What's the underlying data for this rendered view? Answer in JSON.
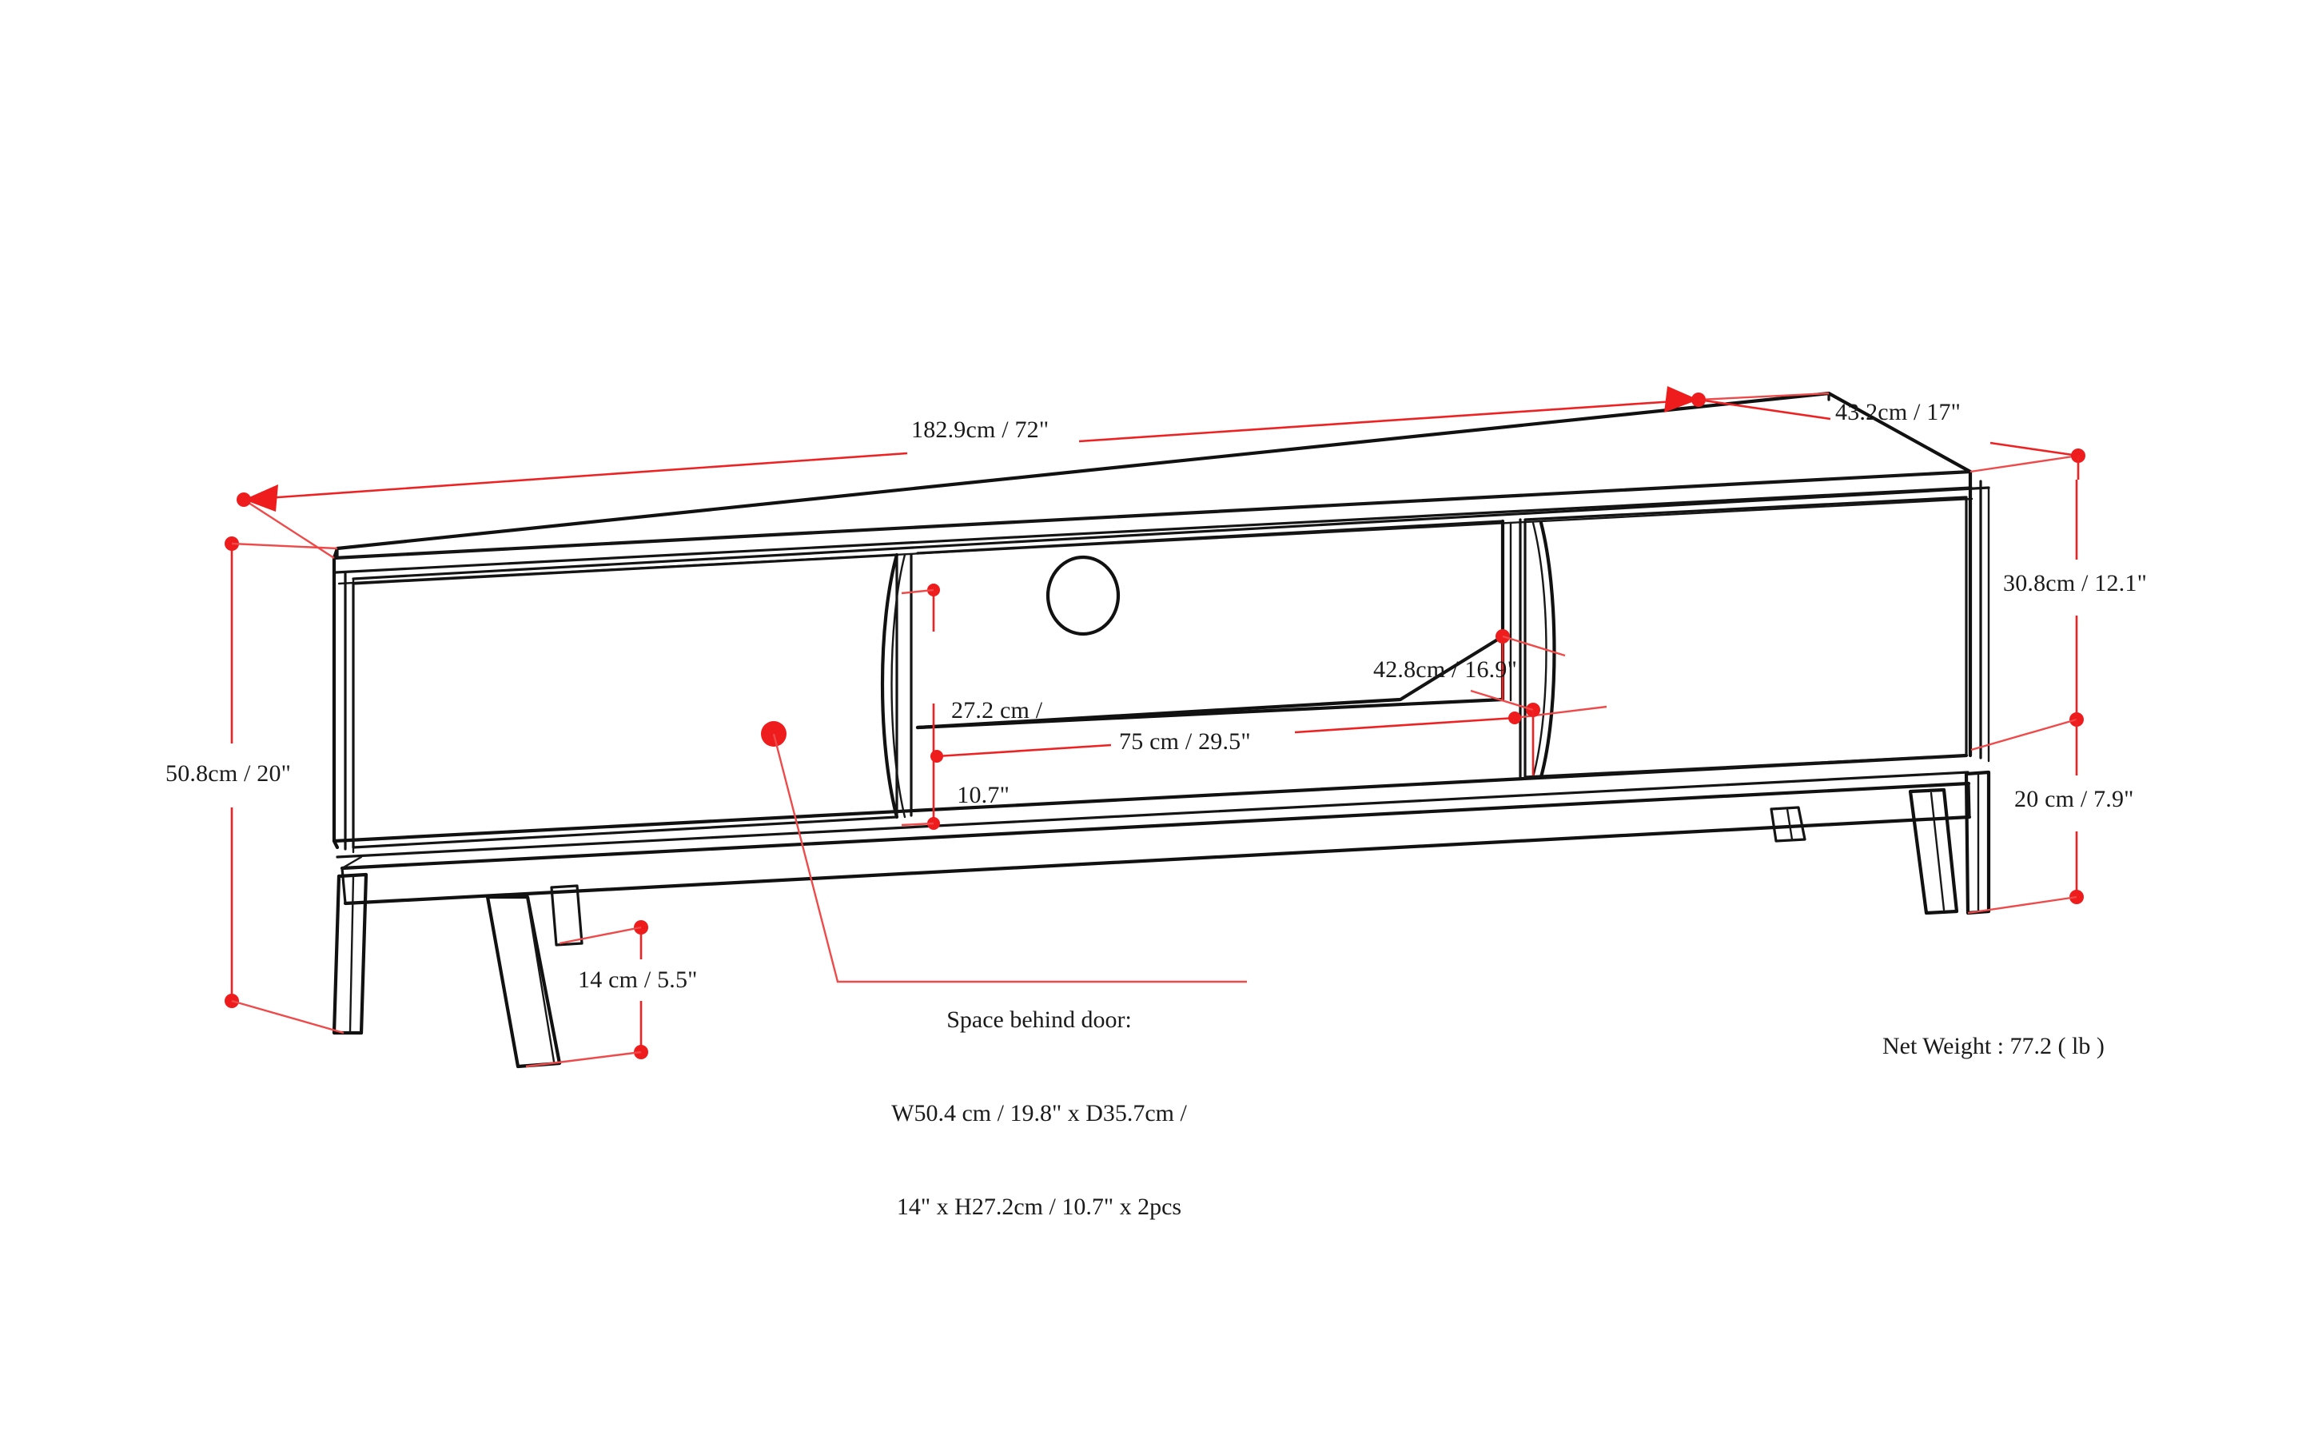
{
  "diagram": {
    "title": "TV Stand Dimension Drawing",
    "product_type": "media-console",
    "line_color": "#111111",
    "dimension_color": "#ee2222",
    "background_color": "#ffffff"
  },
  "dimensions": {
    "overall_width": {
      "label": "182.9cm / 72\"",
      "value_cm": 182.9,
      "value_in": 72,
      "name": "overall-width"
    },
    "overall_depth": {
      "label": "43.2cm / 17\"",
      "value_cm": 43.2,
      "value_in": 17,
      "name": "overall-depth"
    },
    "overall_height": {
      "label": "50.8cm / 20\"",
      "value_cm": 50.8,
      "value_in": 20,
      "name": "overall-height"
    },
    "cabinet_body_height": {
      "label": "30.8cm / 12.1\"",
      "value_cm": 30.8,
      "value_in": 12.1,
      "name": "cabinet-body-height"
    },
    "leg_height": {
      "label": "20 cm / 7.9\"",
      "value_cm": 20,
      "value_in": 7.9,
      "name": "leg-height"
    },
    "leg_clearance": {
      "label": "14 cm / 5.5\"",
      "value_cm": 14,
      "value_in": 5.5,
      "name": "leg-clearance"
    },
    "open_shelf_height": {
      "line1": "27.2 cm /",
      "line2": "10.7\"",
      "value_cm": 27.2,
      "value_in": 10.7,
      "name": "open-shelf-height"
    },
    "open_shelf_width": {
      "label": "75 cm / 29.5\"",
      "value_cm": 75,
      "value_in": 29.5,
      "name": "open-shelf-width"
    },
    "open_shelf_depth": {
      "label": "42.8cm / 16.9\"",
      "value_cm": 42.8,
      "value_in": 16.9,
      "name": "open-shelf-depth"
    }
  },
  "callouts": {
    "space_behind_door": {
      "line1": "Space behind door:",
      "line2": "W50.4 cm / 19.8\" x D35.7cm /",
      "line3": "14\" x H27.2cm / 10.7\" x 2pcs",
      "width_cm": 50.4,
      "width_in": 19.8,
      "depth_cm": 35.7,
      "depth_in": 14,
      "height_cm": 27.2,
      "height_in": 10.7,
      "quantity": "2pcs",
      "name": "space-behind-door-callout"
    }
  },
  "specs": {
    "net_weight": {
      "label": "Net Weight : 77.2 ( lb )",
      "value": 77.2,
      "unit": "lb",
      "name": "net-weight"
    }
  },
  "features": {
    "cable_hole": "cable-management-hole",
    "left_door": "left-cabinet-door",
    "right_door": "right-cabinet-door",
    "open_shelf": "center-open-shelf",
    "legs": "splayed-tapered-legs"
  }
}
